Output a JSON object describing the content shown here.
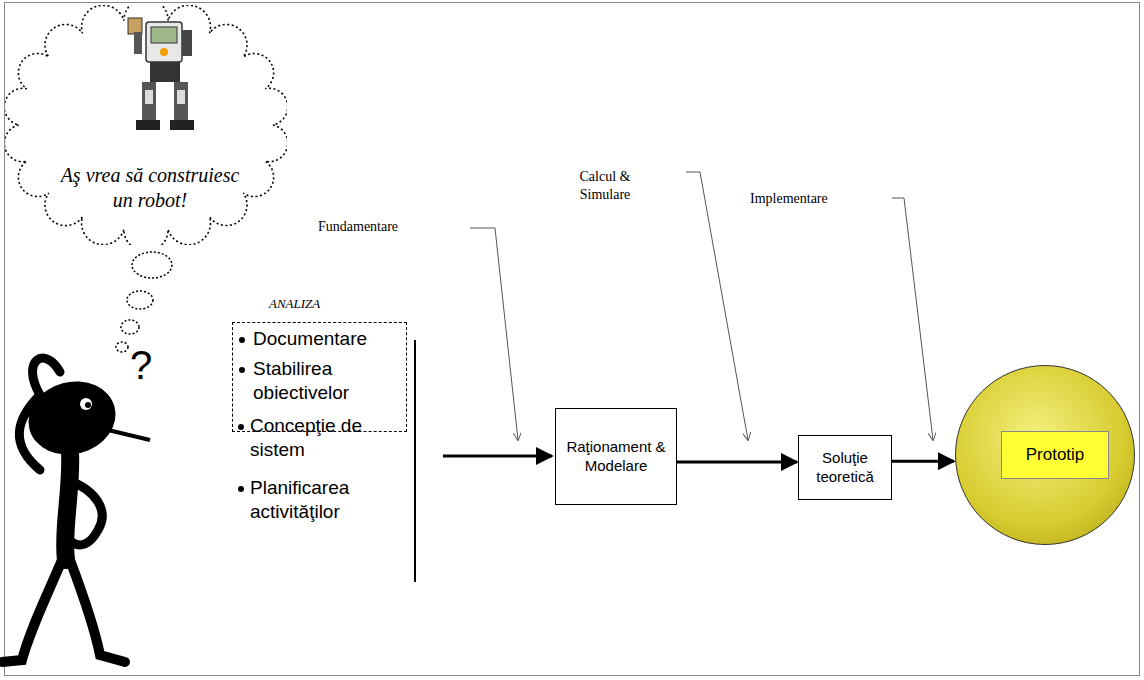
{
  "diagram": {
    "nodes": [
      {
        "text": [
          "Aş vrea să construiesc un robot!"
        ]
      },
      {
        "text": [
          "ANALIZA",
          "Documentare",
          "Stabilirea obiectivelor"
        ]
      },
      {
        "text": [
          "Raţionament & Modelare"
        ]
      },
      {
        "text": [
          "Soluţie teoretică"
        ]
      },
      {
        "text": [
          "Prototip"
        ]
      }
    ],
    "edges": [
      {
        "from": 2,
        "to": 3,
        "arrow": "to"
      },
      {
        "from": 3,
        "to": 4,
        "arrow": "to"
      }
    ],
    "labels": [
      "?",
      "Fundamentare",
      "Calcul & Simulare",
      "Implementare",
      "Concepţie de sistem",
      "Planificarea activităţilor"
    ]
  }
}
